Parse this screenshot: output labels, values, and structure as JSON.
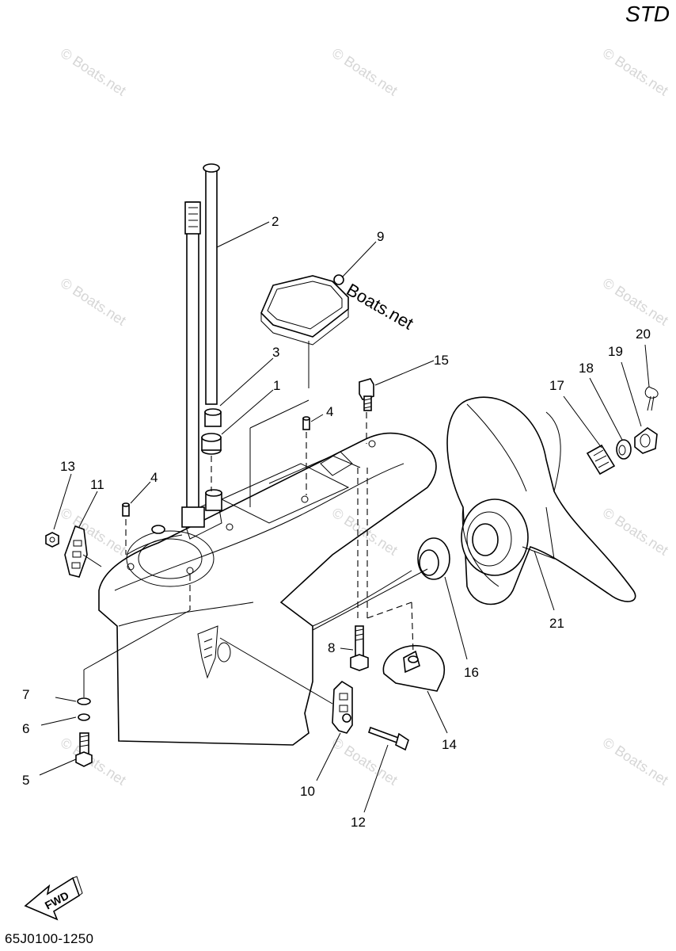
{
  "header": {
    "variant": "STD"
  },
  "footer": {
    "diagram_code": "65J0100-1250"
  },
  "fwd_arrow": {
    "label": "FWD"
  },
  "watermark": {
    "text": "© Boats.net",
    "overlay_text": "Boats.net"
  },
  "callouts": {
    "c1": "1",
    "c2": "2",
    "c3": "3",
    "c4a": "4",
    "c4b": "4",
    "c5": "5",
    "c6": "6",
    "c7": "7",
    "c8": "8",
    "c9": "9",
    "c10": "10",
    "c11": "11",
    "c12": "12",
    "c13": "13",
    "c14": "14",
    "c15": "15",
    "c16": "16",
    "c17": "17",
    "c18": "18",
    "c19": "19",
    "c20": "20",
    "c21": "21"
  }
}
